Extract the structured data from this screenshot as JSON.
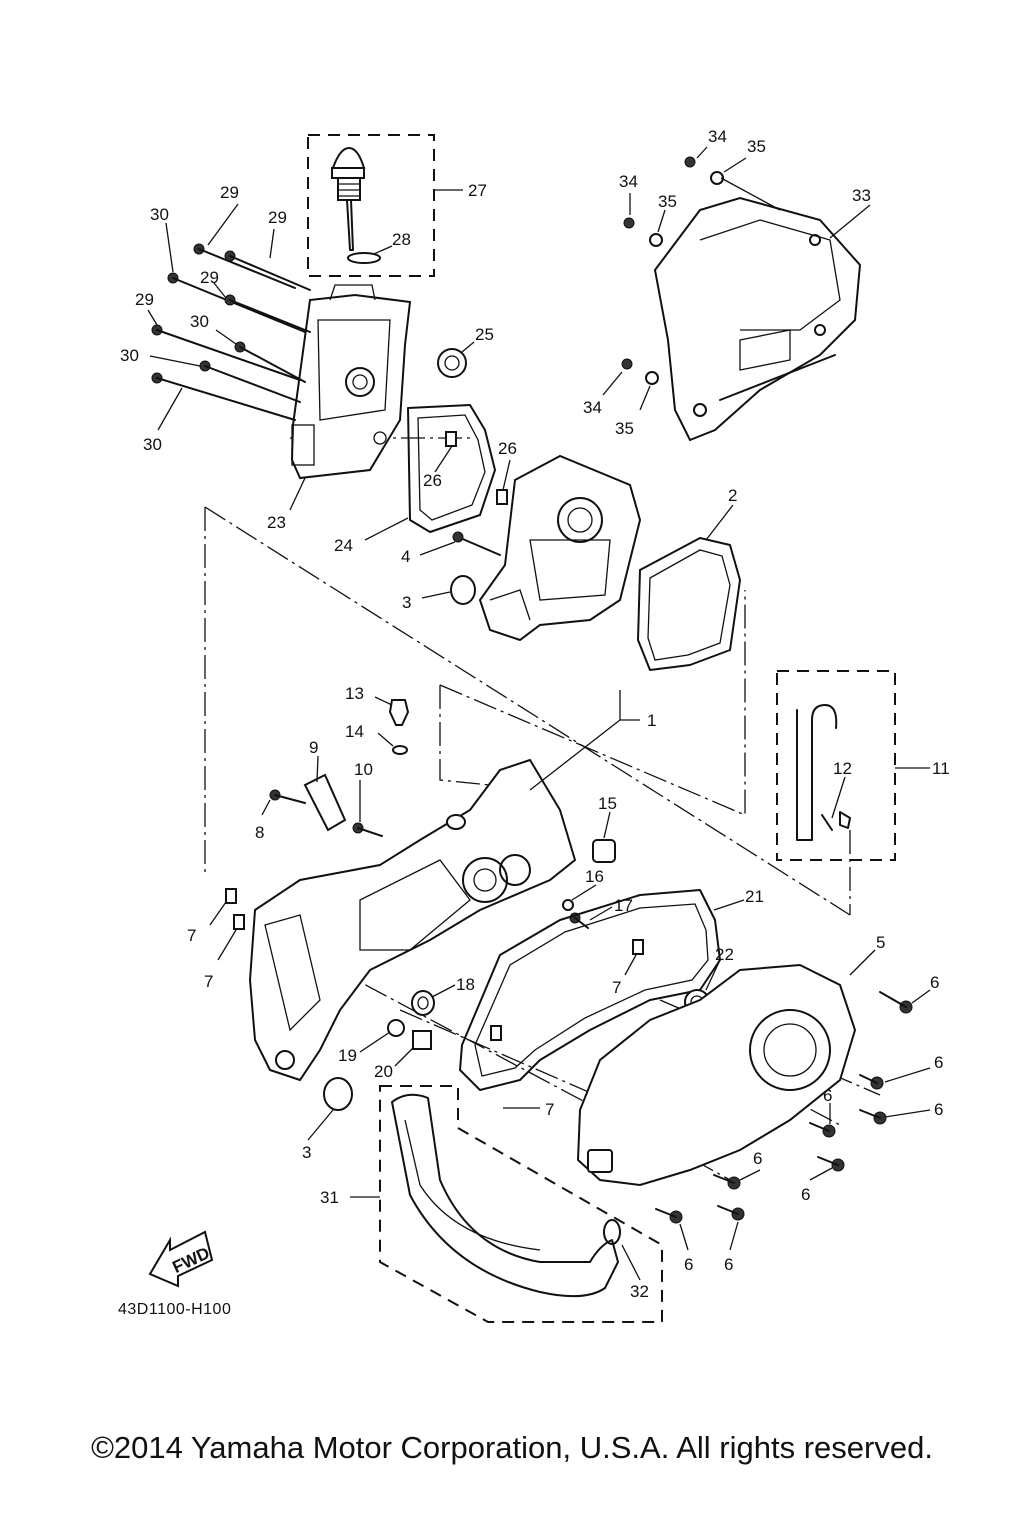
{
  "diagram": {
    "code": "43D1100-H100",
    "fwd_label": "FWD",
    "copyright": "©2014 Yamaha Motor Corporation, U.S.A. All rights reserved."
  },
  "callouts": [
    {
      "id": "c34a",
      "text": "34"
    },
    {
      "id": "c35a",
      "text": "35"
    },
    {
      "id": "c34b",
      "text": "34"
    },
    {
      "id": "c35b",
      "text": "35"
    },
    {
      "id": "c33",
      "text": "33"
    },
    {
      "id": "c34c",
      "text": "34"
    },
    {
      "id": "c35c",
      "text": "35"
    },
    {
      "id": "c27",
      "text": "27"
    },
    {
      "id": "c28",
      "text": "28"
    },
    {
      "id": "c29a",
      "text": "29"
    },
    {
      "id": "c29b",
      "text": "29"
    },
    {
      "id": "c29c",
      "text": "29"
    },
    {
      "id": "c29d",
      "text": "29"
    },
    {
      "id": "c30a",
      "text": "30"
    },
    {
      "id": "c30b",
      "text": "30"
    },
    {
      "id": "c30c",
      "text": "30"
    },
    {
      "id": "c30d",
      "text": "30"
    },
    {
      "id": "c25",
      "text": "25"
    },
    {
      "id": "c26a",
      "text": "26"
    },
    {
      "id": "c26b",
      "text": "26"
    },
    {
      "id": "c23",
      "text": "23"
    },
    {
      "id": "c24",
      "text": "24"
    },
    {
      "id": "c4",
      "text": "4"
    },
    {
      "id": "c3a",
      "text": "3"
    },
    {
      "id": "c2",
      "text": "2"
    },
    {
      "id": "c1",
      "text": "1"
    },
    {
      "id": "c13",
      "text": "13"
    },
    {
      "id": "c14",
      "text": "14"
    },
    {
      "id": "c9",
      "text": "9"
    },
    {
      "id": "c10",
      "text": "10"
    },
    {
      "id": "c8",
      "text": "8"
    },
    {
      "id": "c15",
      "text": "15"
    },
    {
      "id": "c16",
      "text": "16"
    },
    {
      "id": "c17",
      "text": "17"
    },
    {
      "id": "c11",
      "text": "11"
    },
    {
      "id": "c12",
      "text": "12"
    },
    {
      "id": "c21",
      "text": "21"
    },
    {
      "id": "c7a",
      "text": "7"
    },
    {
      "id": "c7b",
      "text": "7"
    },
    {
      "id": "c7c",
      "text": "7"
    },
    {
      "id": "c7d",
      "text": "7"
    },
    {
      "id": "c22",
      "text": "22"
    },
    {
      "id": "c5",
      "text": "5"
    },
    {
      "id": "c6a",
      "text": "6"
    },
    {
      "id": "c6b",
      "text": "6"
    },
    {
      "id": "c6c",
      "text": "6"
    },
    {
      "id": "c6d",
      "text": "6"
    },
    {
      "id": "c6e",
      "text": "6"
    },
    {
      "id": "c6f",
      "text": "6"
    },
    {
      "id": "c6g",
      "text": "6"
    },
    {
      "id": "c6h",
      "text": "6"
    },
    {
      "id": "c18",
      "text": "18"
    },
    {
      "id": "c19",
      "text": "19"
    },
    {
      "id": "c20",
      "text": "20"
    },
    {
      "id": "c3b",
      "text": "3"
    },
    {
      "id": "c31",
      "text": "31"
    },
    {
      "id": "c32",
      "text": "32"
    }
  ]
}
